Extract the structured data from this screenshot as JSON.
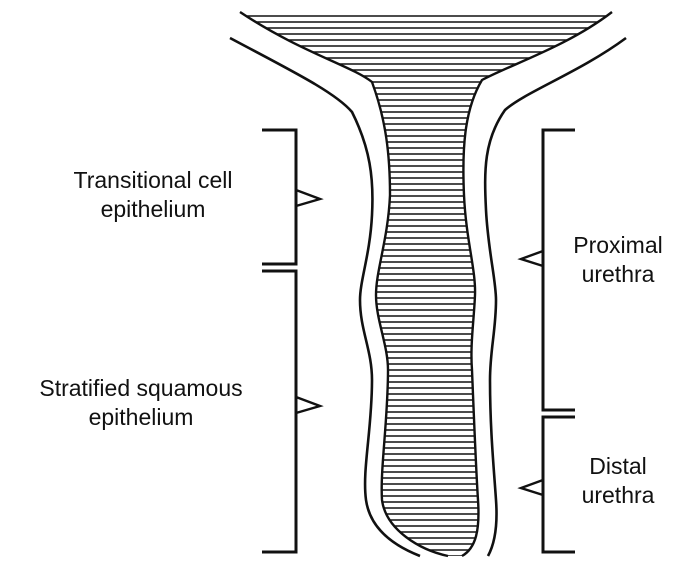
{
  "labels": {
    "transitional": {
      "line1": "Transitional cell",
      "line2": "epithelium"
    },
    "stratified": {
      "line1": "Stratified squamous",
      "line2": "epithelium"
    },
    "proximal": {
      "line1": "Proximal",
      "line2": "urethra"
    },
    "distal": {
      "line1": "Distal",
      "line2": "urethra"
    }
  },
  "colors": {
    "line": "#111111",
    "background": "#ffffff"
  }
}
